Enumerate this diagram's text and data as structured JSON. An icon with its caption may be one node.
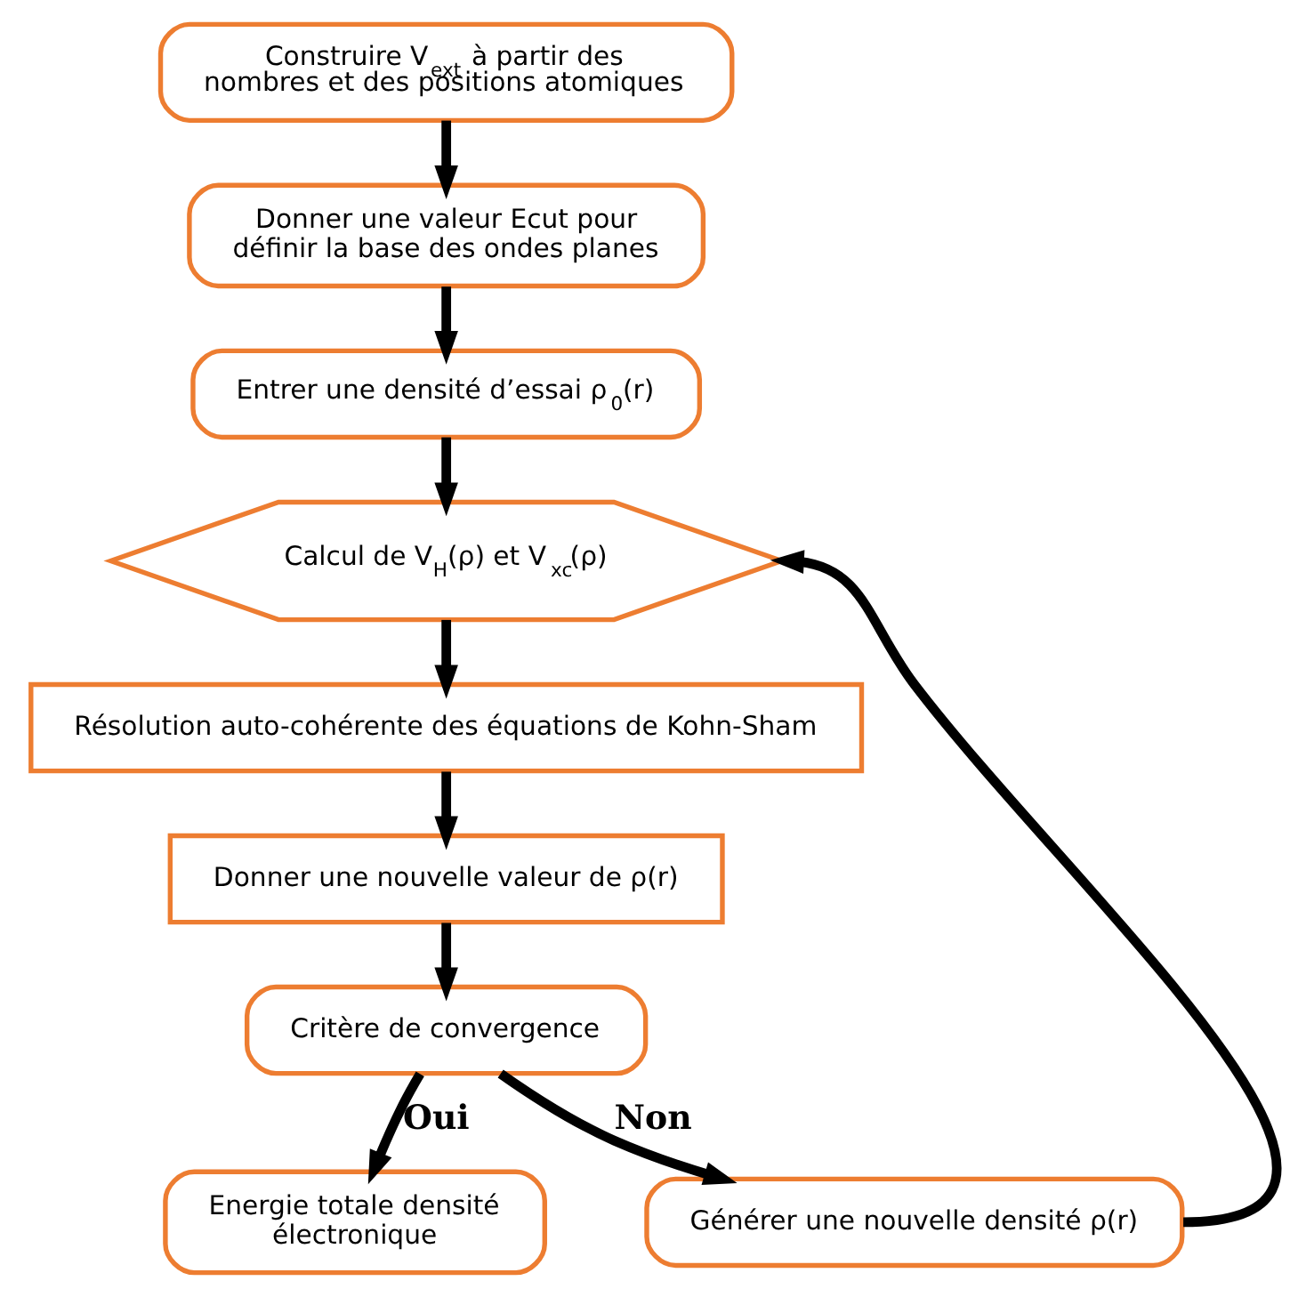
{
  "diagram": {
    "nodes": [
      {
        "text": [
          "Construire V$_{ext}$ à partir des nombres et des positions atomiques"
        ]
      },
      {
        "text": [
          "Donner une valeur Ecut pour définir la base des ondes planes"
        ]
      },
      {
        "text": [
          "Entrer une densité d’essai ρ$_{0}$(r)"
        ]
      },
      {
        "text": [
          "Calcul de V$_{H}$(ρ) et V$_{xc}$(ρ)"
        ]
      },
      {
        "text": [
          "Résolution auto-cohérente des équations de Kohn-Sham"
        ]
      },
      {
        "text": [
          "Donner une nouvelle valeur de ρ(r)"
        ]
      },
      {
        "text": [
          "Critère de convergence"
        ]
      },
      {
        "text": [
          "Energie totale densité électronique"
        ]
      },
      {
        "text": [
          "Générer une nouvelle densité ρ(r)"
        ]
      }
    ],
    "edges": [
      {
        "from": 0,
        "to": 1,
        "arrow": "to"
      },
      {
        "from": 1,
        "to": 2,
        "arrow": "to"
      },
      {
        "from": 2,
        "to": 3,
        "arrow": "to"
      },
      {
        "from": 3,
        "to": 4,
        "arrow": "to"
      },
      {
        "from": 4,
        "to": 5,
        "arrow": "to"
      },
      {
        "from": 5,
        "to": 6,
        "arrow": "to"
      },
      {
        "from": 6,
        "to": 7,
        "arrow": "to",
        "label": "Oui"
      },
      {
        "from": 6,
        "to": 8,
        "arrow": "to",
        "label": "Non"
      },
      {
        "from": 8,
        "to": 3,
        "arrow": "to"
      }
    ]
  }
}
